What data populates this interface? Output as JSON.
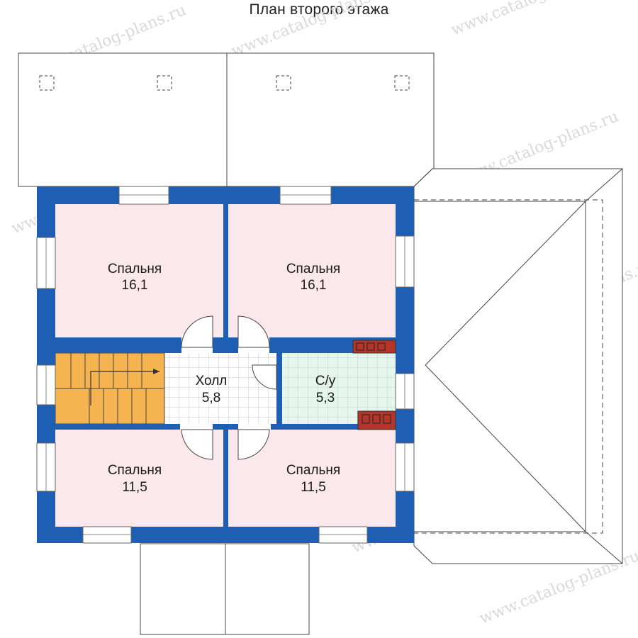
{
  "title": "План второго этажа",
  "watermark": "www.catalog-plans.ru",
  "colors": {
    "wall": "#1e5fb4",
    "bedroom": "#fbe8ec",
    "hall": "#ffffff",
    "bathroom": "#e6f6ef",
    "stairs": "#f6b450",
    "stove": "#b5352b",
    "grid": "#c8c8c8",
    "roof_line": "#444444"
  },
  "rooms": {
    "bedroom_nw": {
      "name": "Спальня",
      "area": "16,1"
    },
    "bedroom_ne": {
      "name": "Спальня",
      "area": "16,1"
    },
    "hall": {
      "name": "Холл",
      "area": "5,8"
    },
    "bathroom": {
      "name": "С/у",
      "area": "5,3"
    },
    "bedroom_sw": {
      "name": "Спальня",
      "area": "11,5"
    },
    "bedroom_se": {
      "name": "Спальня",
      "area": "11,5"
    }
  },
  "icons": [
    "stairs-icon",
    "stove-icon",
    "column-marker-icon",
    "door-swing-icon",
    "window-icon"
  ]
}
